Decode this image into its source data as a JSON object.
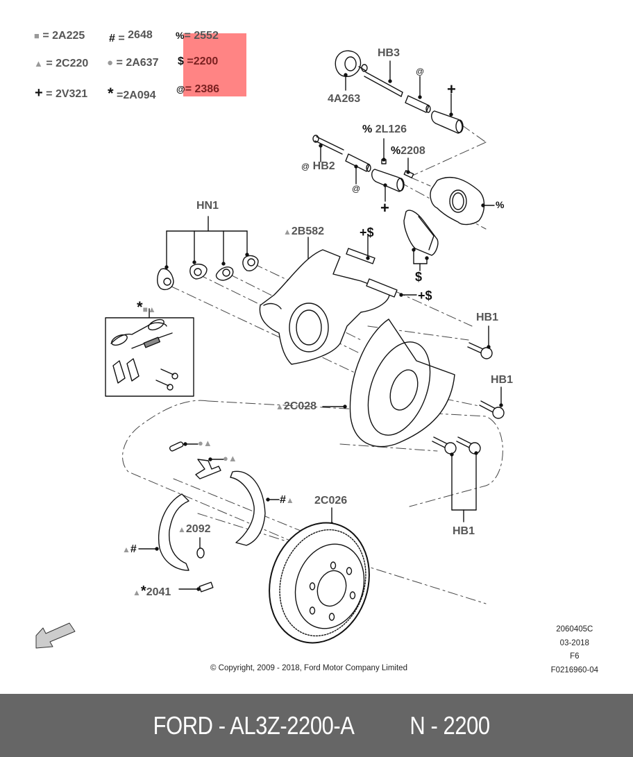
{
  "legend": [
    {
      "symbol": "square-gray",
      "glyph": "■",
      "code": "2A225"
    },
    {
      "symbol": "hash",
      "glyph": "#",
      "code": "2648"
    },
    {
      "symbol": "percent",
      "glyph": "%",
      "code": "2552"
    },
    {
      "symbol": "triangle-gray",
      "glyph": "▲",
      "code": "2C220"
    },
    {
      "symbol": "circle-gray",
      "glyph": "●",
      "code": "2A637"
    },
    {
      "symbol": "dollar",
      "glyph": "$",
      "code": "2200"
    },
    {
      "symbol": "plus",
      "glyph": "+",
      "code": "2V321"
    },
    {
      "symbol": "asterisk",
      "glyph": "*",
      "code": "2A094"
    },
    {
      "symbol": "at",
      "glyph": "@",
      "code": "2386"
    }
  ],
  "legend_equals": "=",
  "highlight_color": "#ff5555",
  "callouts": {
    "c_4a263": "4A263",
    "c_hb3": "HB3",
    "c_at_top": "@",
    "c_plus_top": "+",
    "c_2l126": "2L126",
    "c_2l126_prefix": "%",
    "c_2208": "2208",
    "c_2208_prefix": "%",
    "c_hb2": "HB2",
    "c_hb2_prefix": "@",
    "c_at_mid": "@",
    "c_plus_mid": "+",
    "c_caliper": "%",
    "c_hn1": "HN1",
    "c_2b582": "2B582",
    "c_pin_upper": "+$",
    "c_pads": "$",
    "c_pin_lower": "+$",
    "c_hb1_a": "HB1",
    "c_hb1_b": "HB1",
    "c_hb1_c": "HB1",
    "c_kit_asterisk": "*",
    "c_2c028": "2C028",
    "c_2c026": "2C026",
    "c_2092": "2092",
    "c_2041": "2041",
    "c_shoe_right": "#",
    "c_shoe_left": "#",
    "c_asterisk_2041": "*"
  },
  "meta": {
    "illustration_id": "2060405C",
    "date": "03-2018",
    "figure": "F6",
    "file_code": "F0216960-04"
  },
  "copyright": "© Copyright, 2009 - 2018, Ford Motor Company Limited",
  "footer": {
    "part_number": "FORD - AL3Z-2200-A",
    "reference": "N - 2200"
  }
}
